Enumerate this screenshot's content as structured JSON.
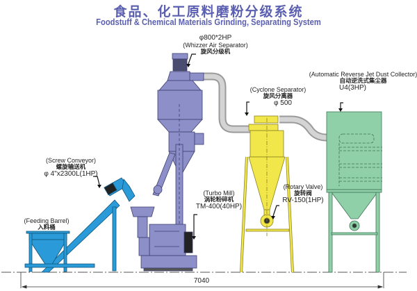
{
  "title": {
    "chinese": "食品、化工原料磨粉分级系统",
    "english": "Foodstuff & Chemical Materials Grinding, Separating System"
  },
  "components": {
    "whizzer": {
      "spec": "φ800*2HP",
      "name_en": "(Whizzer Air Separator)",
      "name_cn": "旋风分级机",
      "color": "#8c8fc8"
    },
    "cyclone": {
      "name_en": "(Cyclone Separator)",
      "name_cn": "旋风分离器",
      "spec": "φ 500",
      "color": "#f1e64a"
    },
    "dust_collector": {
      "name_en": "(Automatic Reverse Jet Dust Collector)",
      "name_cn": "自动逆洗式集尘器",
      "spec": "U4(3HP)",
      "color": "#8fd0a8"
    },
    "screw_conveyor": {
      "name_en": "(Screw Conveyor)",
      "name_cn": "螺旋输送机",
      "spec": "φ 4\"x2300L(1HP)",
      "color": "#2a9bd8"
    },
    "feeding_barrel": {
      "name_en": "(Feeding Barrel)",
      "name_cn": "入料桶",
      "color": "#2a9bd8"
    },
    "turbo_mill": {
      "name_en": "(Turbo Mill)",
      "name_cn": "涡轮粉碎机",
      "spec": "TM-400(40HP)",
      "color": "#8c8fc8"
    },
    "rotary_valve": {
      "name_en": "(Rotary Valve)",
      "name_cn": "旋转阀",
      "spec": "RV-150(1HP)"
    }
  },
  "dimension": {
    "total_length": "7040"
  },
  "colors": {
    "title": "#5b5fb0",
    "pipe": "#b5b5b5"
  }
}
